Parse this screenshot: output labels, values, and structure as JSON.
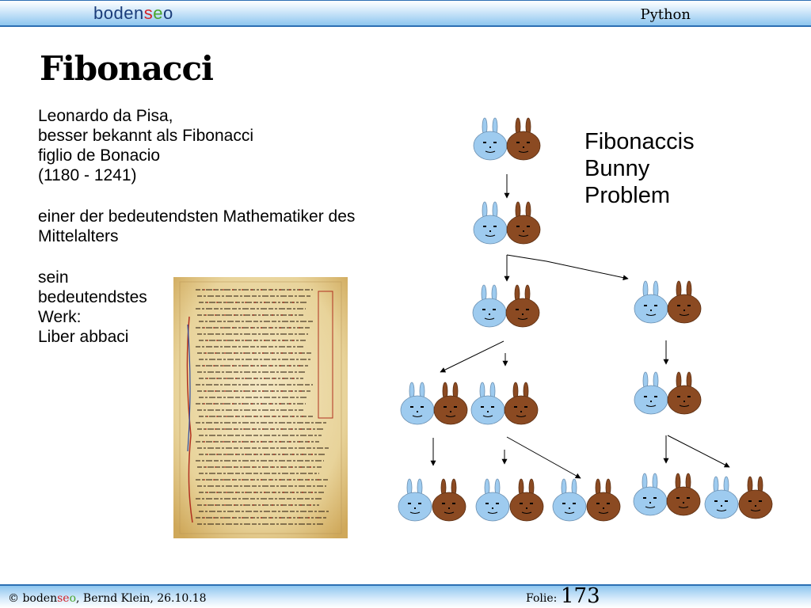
{
  "header": {
    "logo_part1": "boden",
    "logo_part2": "s",
    "logo_part3": "e",
    "logo_part4": "o",
    "course": "Python"
  },
  "slide": {
    "title": "Fibonacci",
    "intro_lines": [
      "Leonardo da Pisa,",
      "besser bekannt als Fibonacci",
      "figlio de Bonacio",
      "(1180 - 1241)"
    ],
    "significance_lines": [
      "einer der bedeutendsten Mathematiker des",
      "Mittelalters"
    ],
    "work_lines": [
      "sein",
      "bedeutendstes",
      "Werk:",
      "Liber abbaci"
    ],
    "bunny_title_lines": [
      "Fibonaccis",
      "Bunny",
      "Problem"
    ]
  },
  "footer": {
    "copyright": "©",
    "brand_part1": "boden",
    "brand_part2": "se",
    "brand_part3": "o",
    "author_date": ", Bernd Klein, 26.10.18",
    "slide_label": "Folie:",
    "slide_number": "173"
  },
  "colors": {
    "accent": "#2c6fb3",
    "bunny_blue": "#9ecbef",
    "bunny_brown": "#8b4a22"
  }
}
